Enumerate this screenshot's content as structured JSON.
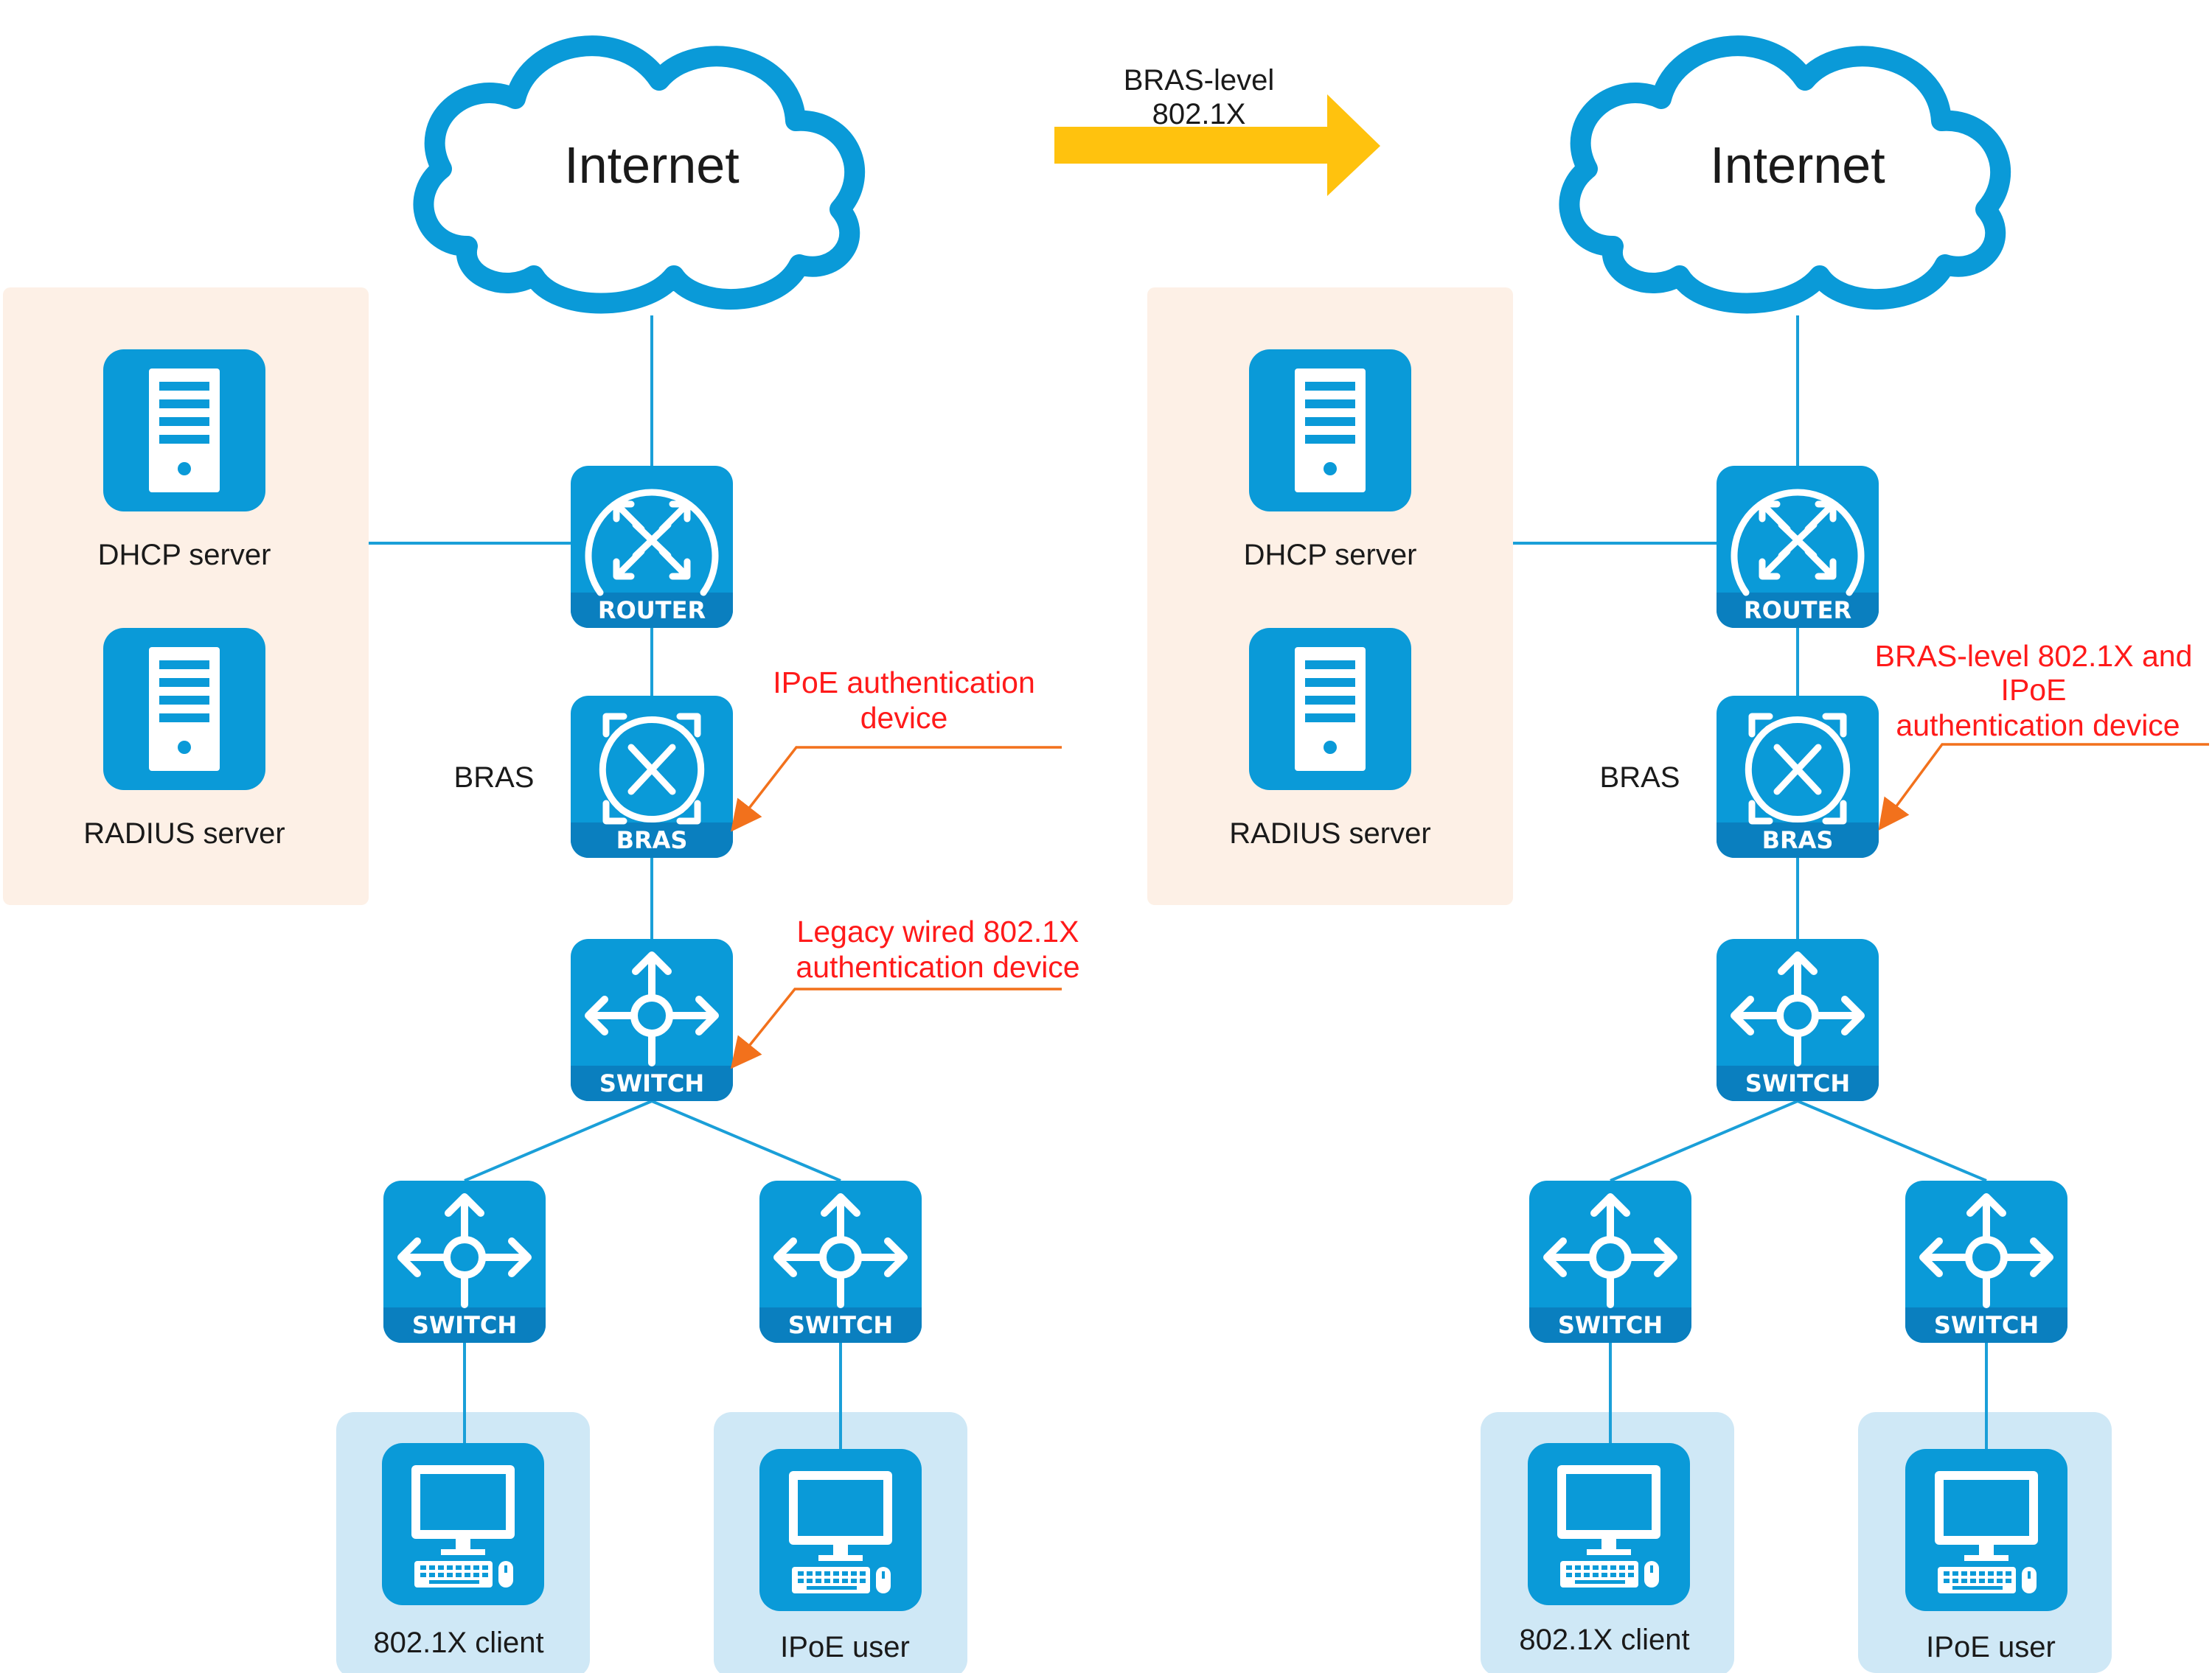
{
  "colors": {
    "device_blue": "#0a9ad8",
    "device_blue_dark": "#0a7fbf",
    "link_blue": "#1a9fd8",
    "server_panel": "#fdf0e6",
    "client_panel": "#cfe8f6",
    "callout_orange": "#f2711c",
    "callout_text_red": "#ff1a1a",
    "transition_arrow": "#ffc20e"
  },
  "transition": {
    "line1": "BRAS-level",
    "line2": "802.1X"
  },
  "left": {
    "internet": "Internet",
    "dhcp": "DHCP server",
    "radius": "RADIUS server",
    "router_badge": "ROUTER",
    "bras_side_label": "BRAS",
    "bras_badge": "BRAS",
    "switch_badge": "SWITCH",
    "access_switch_left_badge": "SWITCH",
    "access_switch_right_badge": "SWITCH",
    "client_8021x": "802.1X client",
    "client_ipoe": "IPoE user",
    "callout_bras": [
      "IPoE authentication",
      "device"
    ],
    "callout_switch": [
      "Legacy wired 802.1X",
      "authentication device"
    ]
  },
  "right": {
    "internet": "Internet",
    "dhcp": "DHCP server",
    "radius": "RADIUS server",
    "router_badge": "ROUTER",
    "bras_side_label": "BRAS",
    "bras_badge": "BRAS",
    "switch_badge": "SWITCH",
    "access_switch_left_badge": "SWITCH",
    "access_switch_right_badge": "SWITCH",
    "client_8021x": "802.1X client",
    "client_ipoe": "IPoE user",
    "callout_bras": [
      "BRAS-level 802.1X and",
      "IPoE",
      "authentication device"
    ]
  },
  "icons": {
    "cloud": "cloud-icon",
    "server": "server-icon",
    "router": "router-icon",
    "bras": "bras-icon",
    "switch": "switch-icon",
    "computer": "computer-icon"
  }
}
